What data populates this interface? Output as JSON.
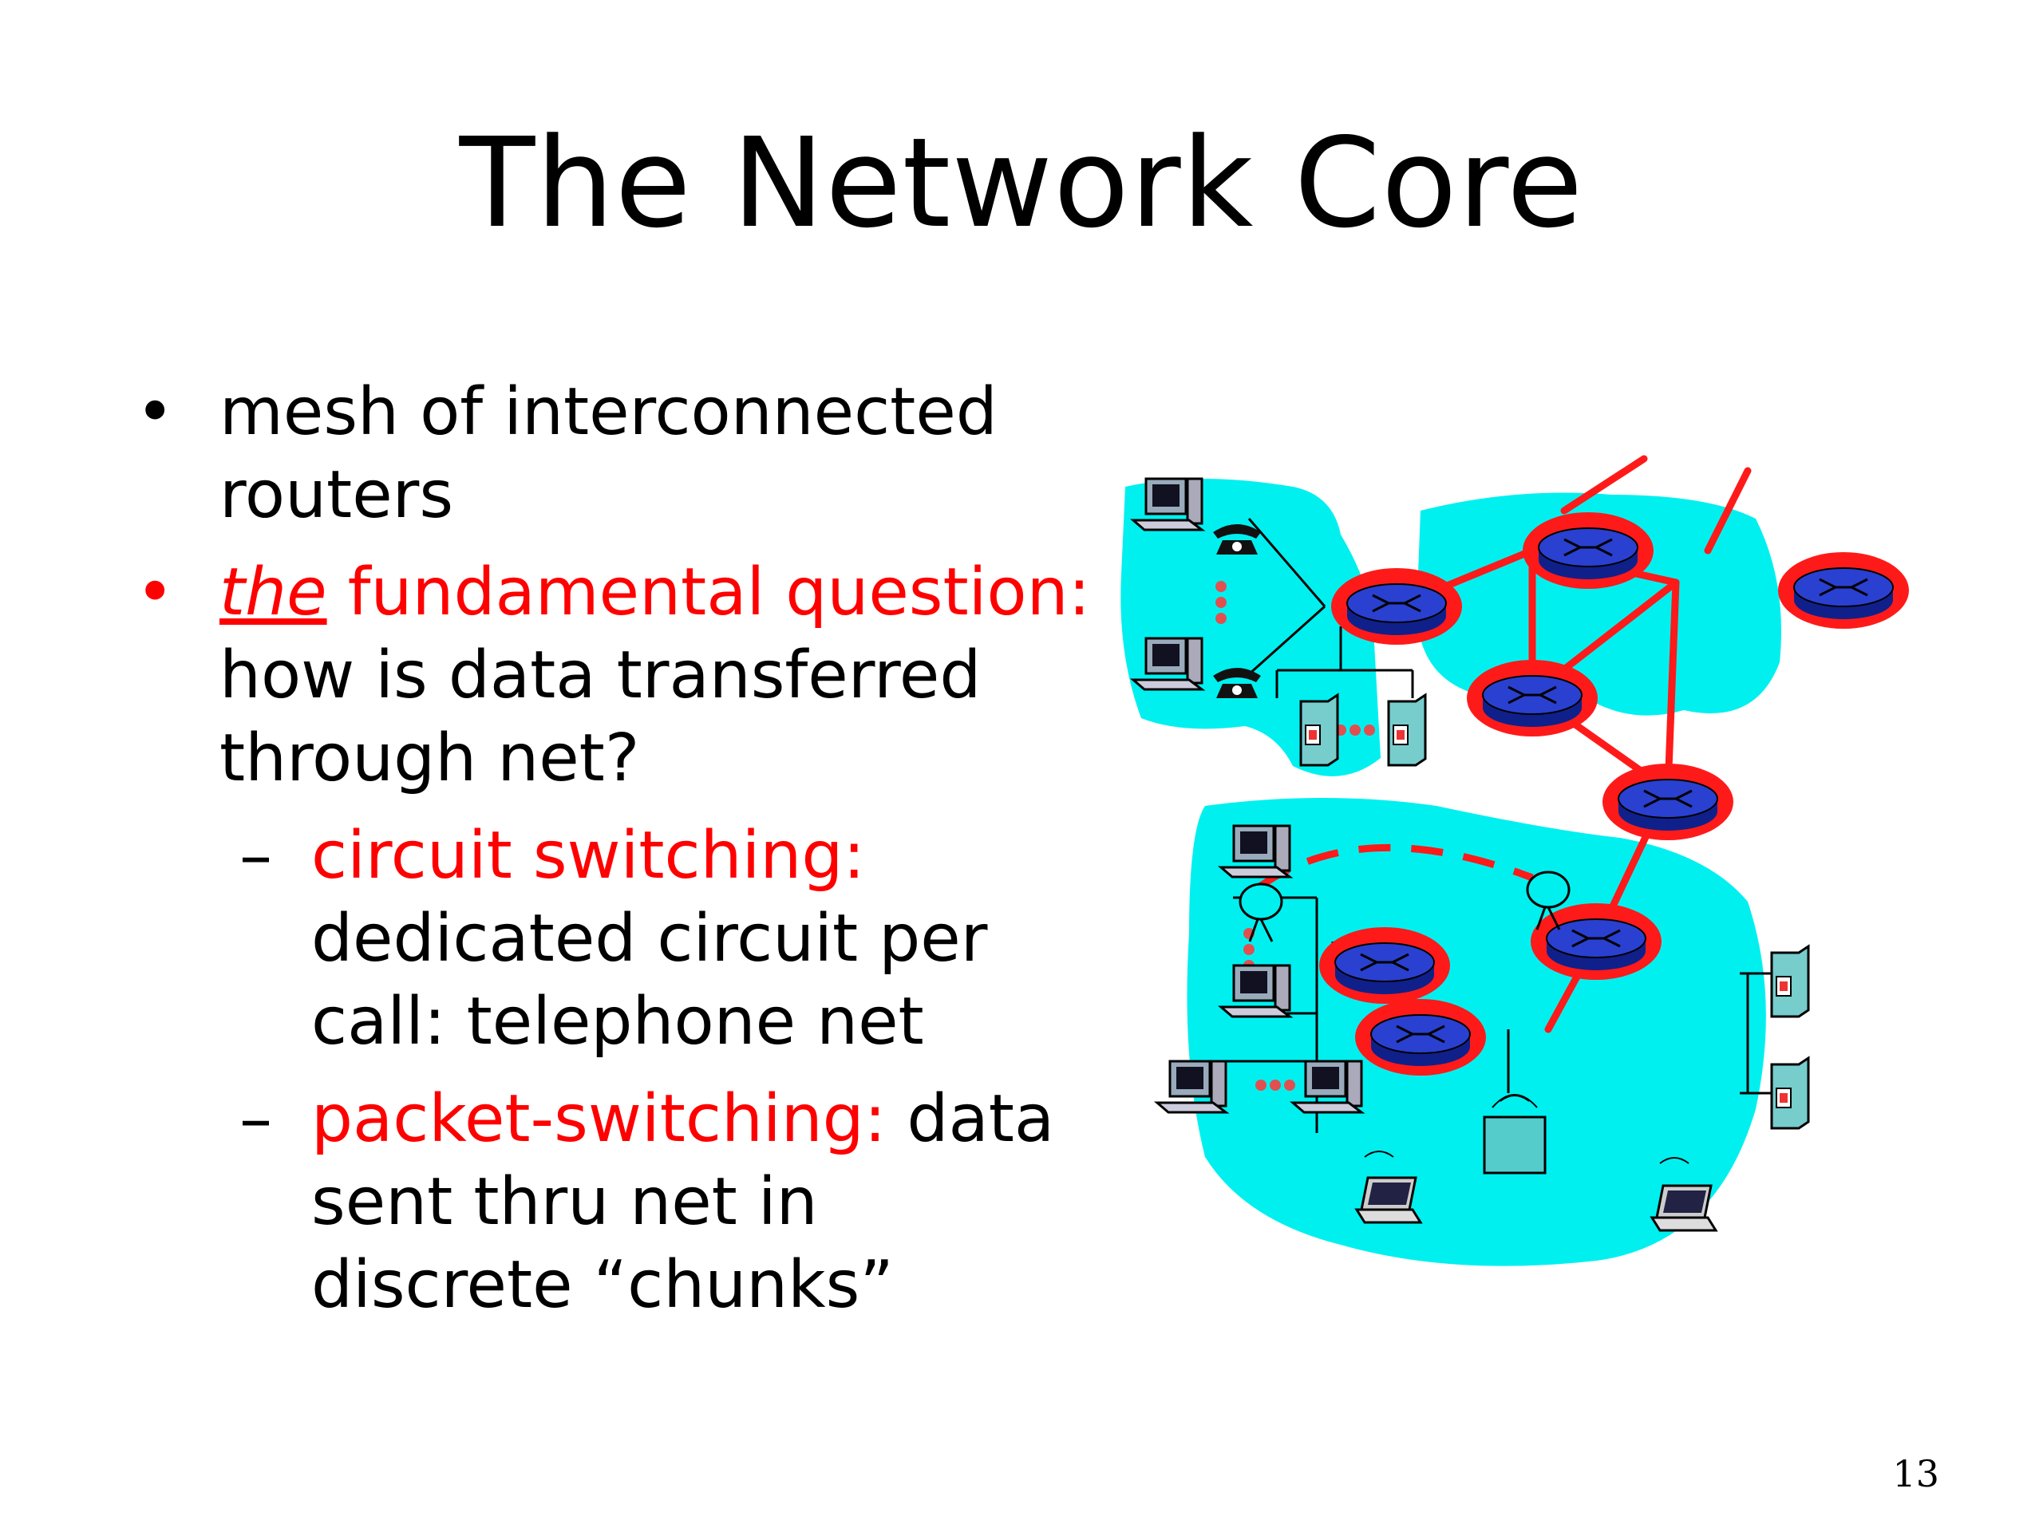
{
  "slide": {
    "title": "The Network Core",
    "page_number": "13"
  },
  "bullets": {
    "b1": "mesh of interconnected routers",
    "b2_red_underlined": "the",
    "b2_red": " fundamental question:",
    "b2_black": " how is data transferred through net?",
    "sub1_red": "circuit switching:",
    "sub1_black": " dedicated circuit per call: telephone net",
    "sub2_red": "packet-switching:",
    "sub2_black": " data sent thru net in discrete “chunks”"
  },
  "colors": {
    "cloud": "#00f0f0",
    "router_ring": "#ff1a1a",
    "router_body": "#1a2fb0",
    "link": "#ff1a1a",
    "text": "#000000",
    "accent": "#ff0000"
  },
  "icons": [
    "router-icon",
    "workstation-icon",
    "telephone-icon",
    "server-icon",
    "satellite-dish-icon",
    "laptop-icon",
    "wireless-access-point-icon"
  ]
}
